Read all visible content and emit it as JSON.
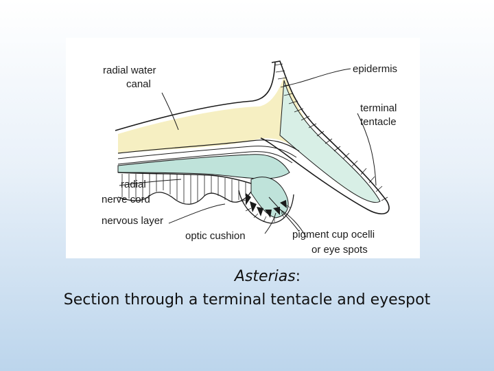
{
  "diagram": {
    "labels": {
      "radial_water_canal_1": "radial water",
      "radial_water_canal_2": "canal",
      "epidermis": "epidermis",
      "terminal_tentacle_1": "terminal",
      "terminal_tentacle_2": "tentacle",
      "radial_nerve_cord_1": "radial",
      "radial_nerve_cord_2": "nerve cord",
      "nervous_layer": "nervous layer",
      "optic_cushion": "optic cushion",
      "pigment_cup_1": "pigment cup ocelli",
      "pigment_cup_2": "or eye spots"
    },
    "colors": {
      "water_canal_fill": "#f6efc2",
      "tentacle_core_fill": "#d8efe6",
      "nerve_fill": "#bfe3da",
      "ink": "#1a1a1a"
    }
  },
  "caption": {
    "genus": "Asterias",
    "colon": ":",
    "description": "Section through a terminal tentacle and eyespot"
  }
}
